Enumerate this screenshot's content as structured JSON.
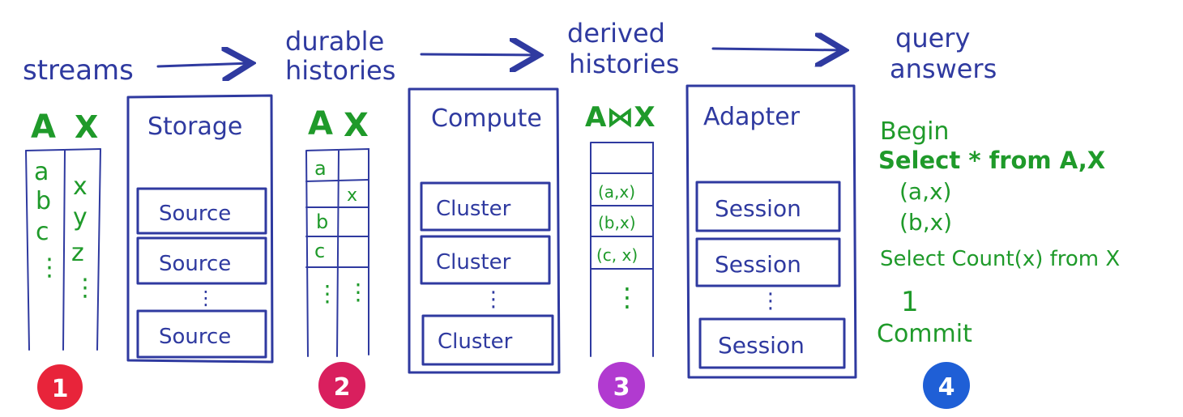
{
  "stages": {
    "streams": "streams",
    "durable_line1": "durable",
    "durable_line2": "histories",
    "derived_line1": "derived",
    "derived_line2": "histories",
    "query_line1": "query",
    "query_line2": "answers"
  },
  "stream_columns": {
    "col_a": "A",
    "col_x": "X",
    "a_values": [
      "a",
      "b",
      "c",
      "⋮"
    ],
    "x_values": [
      "x",
      "y",
      "z",
      "⋮"
    ]
  },
  "storage": {
    "title": "Storage",
    "sources": [
      "Source",
      "Source",
      "Source"
    ],
    "ellipsis": "⋮"
  },
  "durable_table": {
    "col_a": "A",
    "col_x": "X",
    "cells": [
      [
        "a",
        ""
      ],
      [
        "",
        "x"
      ],
      [
        "b",
        ""
      ],
      [
        "c",
        ""
      ]
    ],
    "ellipsis_a": "⋮",
    "ellipsis_x": "⋮"
  },
  "compute": {
    "title": "Compute",
    "clusters": [
      "Cluster",
      "Cluster",
      "Cluster"
    ],
    "ellipsis": "⋮"
  },
  "derived_table": {
    "header": "A⋈X",
    "rows": [
      "(a,x)",
      "(b,x)",
      "(c, x)"
    ],
    "ellipsis": "⋮"
  },
  "adapter": {
    "title": "Adapter",
    "sessions": [
      "Session",
      "Session",
      "Session"
    ],
    "ellipsis": "⋮"
  },
  "query_answers": {
    "lines": [
      "Begin",
      "Select * from A,X",
      "(a,x)",
      "(b,x)",
      "Select Count(x) from X",
      "1",
      "Commit"
    ]
  },
  "badges": {
    "b1": "1",
    "b2": "2",
    "b3": "3",
    "b4": "4",
    "colors": {
      "b1": "#e8243a",
      "b2": "#d91f5e",
      "b3": "#b13ad0",
      "b4": "#1f5fd6"
    }
  },
  "colors": {
    "ink_blue": "#2f3aa0",
    "ink_green": "#1f9a2a"
  }
}
